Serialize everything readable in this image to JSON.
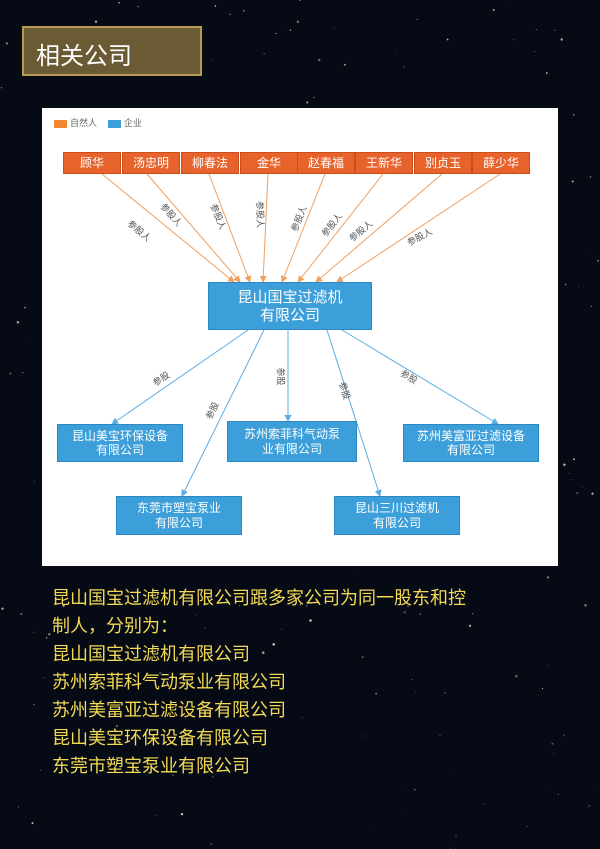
{
  "title": "相关公司",
  "legend": [
    {
      "label": "自然人",
      "color": "#f0892f"
    },
    {
      "label": "企业",
      "color": "#3d9fd9"
    }
  ],
  "diagram": {
    "persons": [
      "顾华",
      "汤忠明",
      "柳春法",
      "金华",
      "赵春福",
      "王新华",
      "别贞玉",
      "薛少华"
    ],
    "person_edge_label": "参股人",
    "center": {
      "line1": "昆山国宝过滤机",
      "line2": "有限公司"
    },
    "companies": [
      {
        "line1": "昆山美宝环保设备",
        "line2": "有限公司"
      },
      {
        "line1": "苏州索菲科气动泵",
        "line2": "业有限公司"
      },
      {
        "line1": "苏州美富亚过滤设备",
        "line2": "有限公司"
      },
      {
        "line1": "东莞市塑宝泵业",
        "line2": "有限公司"
      },
      {
        "line1": "昆山三川过滤机",
        "line2": "有限公司"
      }
    ],
    "company_edge_label": "参股"
  },
  "text": {
    "line1": "昆山国宝过滤机有限公司跟多家公司为同一股东和控",
    "line2": "制人，分别为：",
    "line3": "昆山国宝过滤机有限公司",
    "line4": "苏州索菲科气动泵业有限公司",
    "line5": "苏州美富亚过滤设备有限公司",
    "line6": "昆山美宝环保设备有限公司",
    "line7": "东莞市塑宝泵业有限公司"
  }
}
